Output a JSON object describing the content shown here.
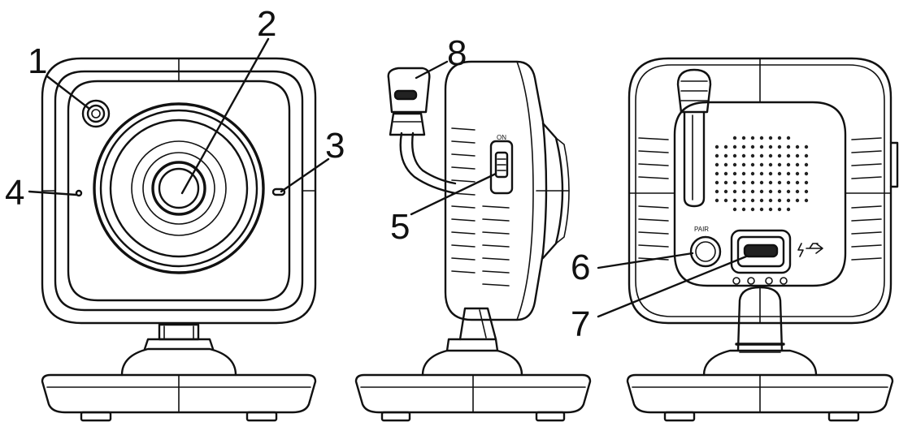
{
  "callouts": [
    {
      "id": "1",
      "label": "1"
    },
    {
      "id": "2",
      "label": "2"
    },
    {
      "id": "3",
      "label": "3"
    },
    {
      "id": "4",
      "label": "4"
    },
    {
      "id": "5",
      "label": "5"
    },
    {
      "id": "6",
      "label": "6"
    },
    {
      "id": "7",
      "label": "7"
    },
    {
      "id": "8",
      "label": "8"
    }
  ],
  "labels": {
    "pair": "PAIR",
    "on": "ON"
  }
}
